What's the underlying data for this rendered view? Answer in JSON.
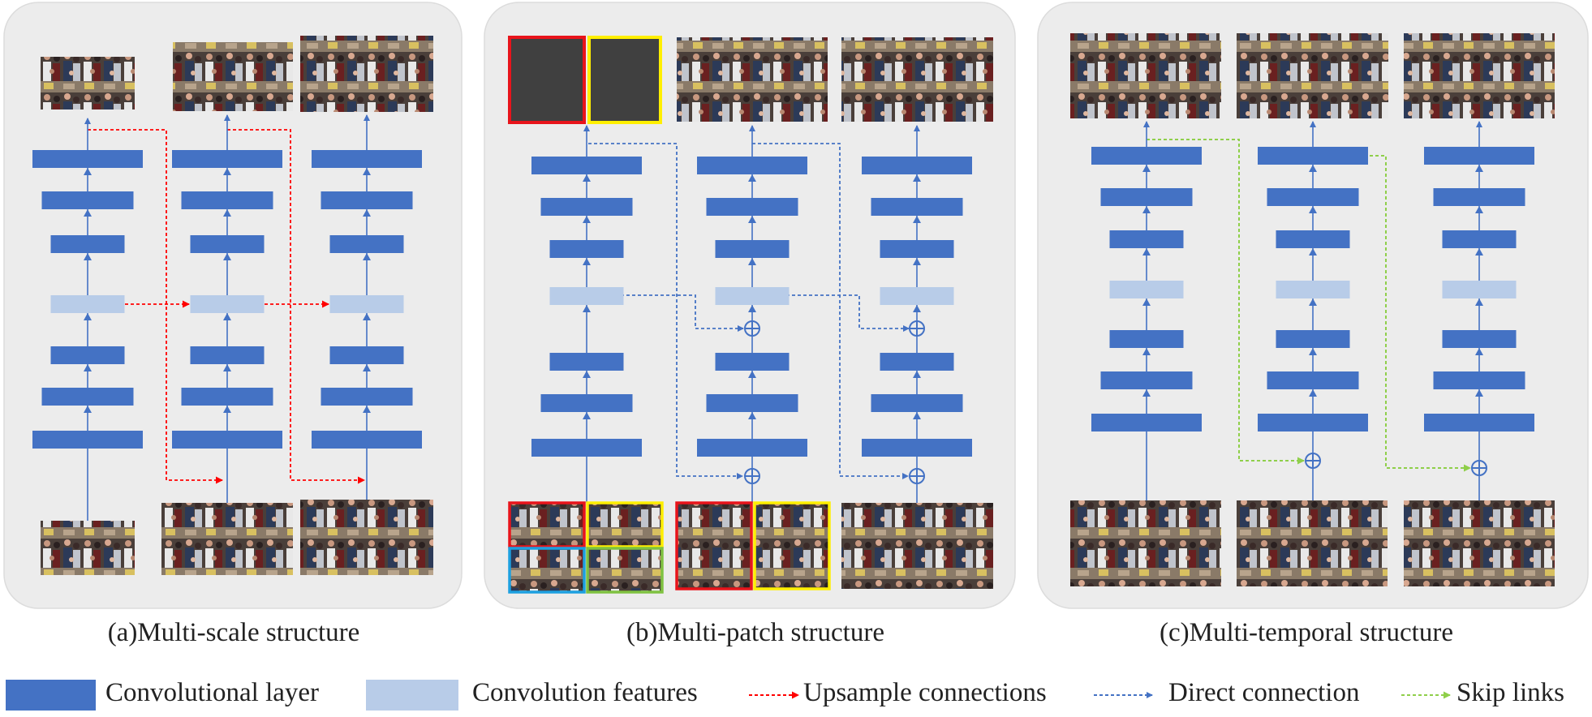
{
  "panels": [
    {
      "id": "a",
      "caption": "(a)Multi-scale structure"
    },
    {
      "id": "b",
      "caption": "(b)Multi-patch structure"
    },
    {
      "id": "c",
      "caption": "(c)Multi-temporal structure"
    }
  ],
  "legend": {
    "conv_layer": "Convolutional layer",
    "conv_features": "Convolution features",
    "upsample": "Upsample connections",
    "direct": "Direct connection",
    "skip": "Skip links"
  },
  "colors": {
    "conv_layer": "#4472c4",
    "conv_features": "#b8cce8",
    "upsample": "#ff0000",
    "direct": "#4472c4",
    "skip": "#8fcf4a",
    "panel_bg": "#ececec",
    "patch_red": "#e8141b",
    "patch_yellow": "#ffef00",
    "patch_blue": "#1da0e0",
    "patch_green": "#7fc241"
  }
}
